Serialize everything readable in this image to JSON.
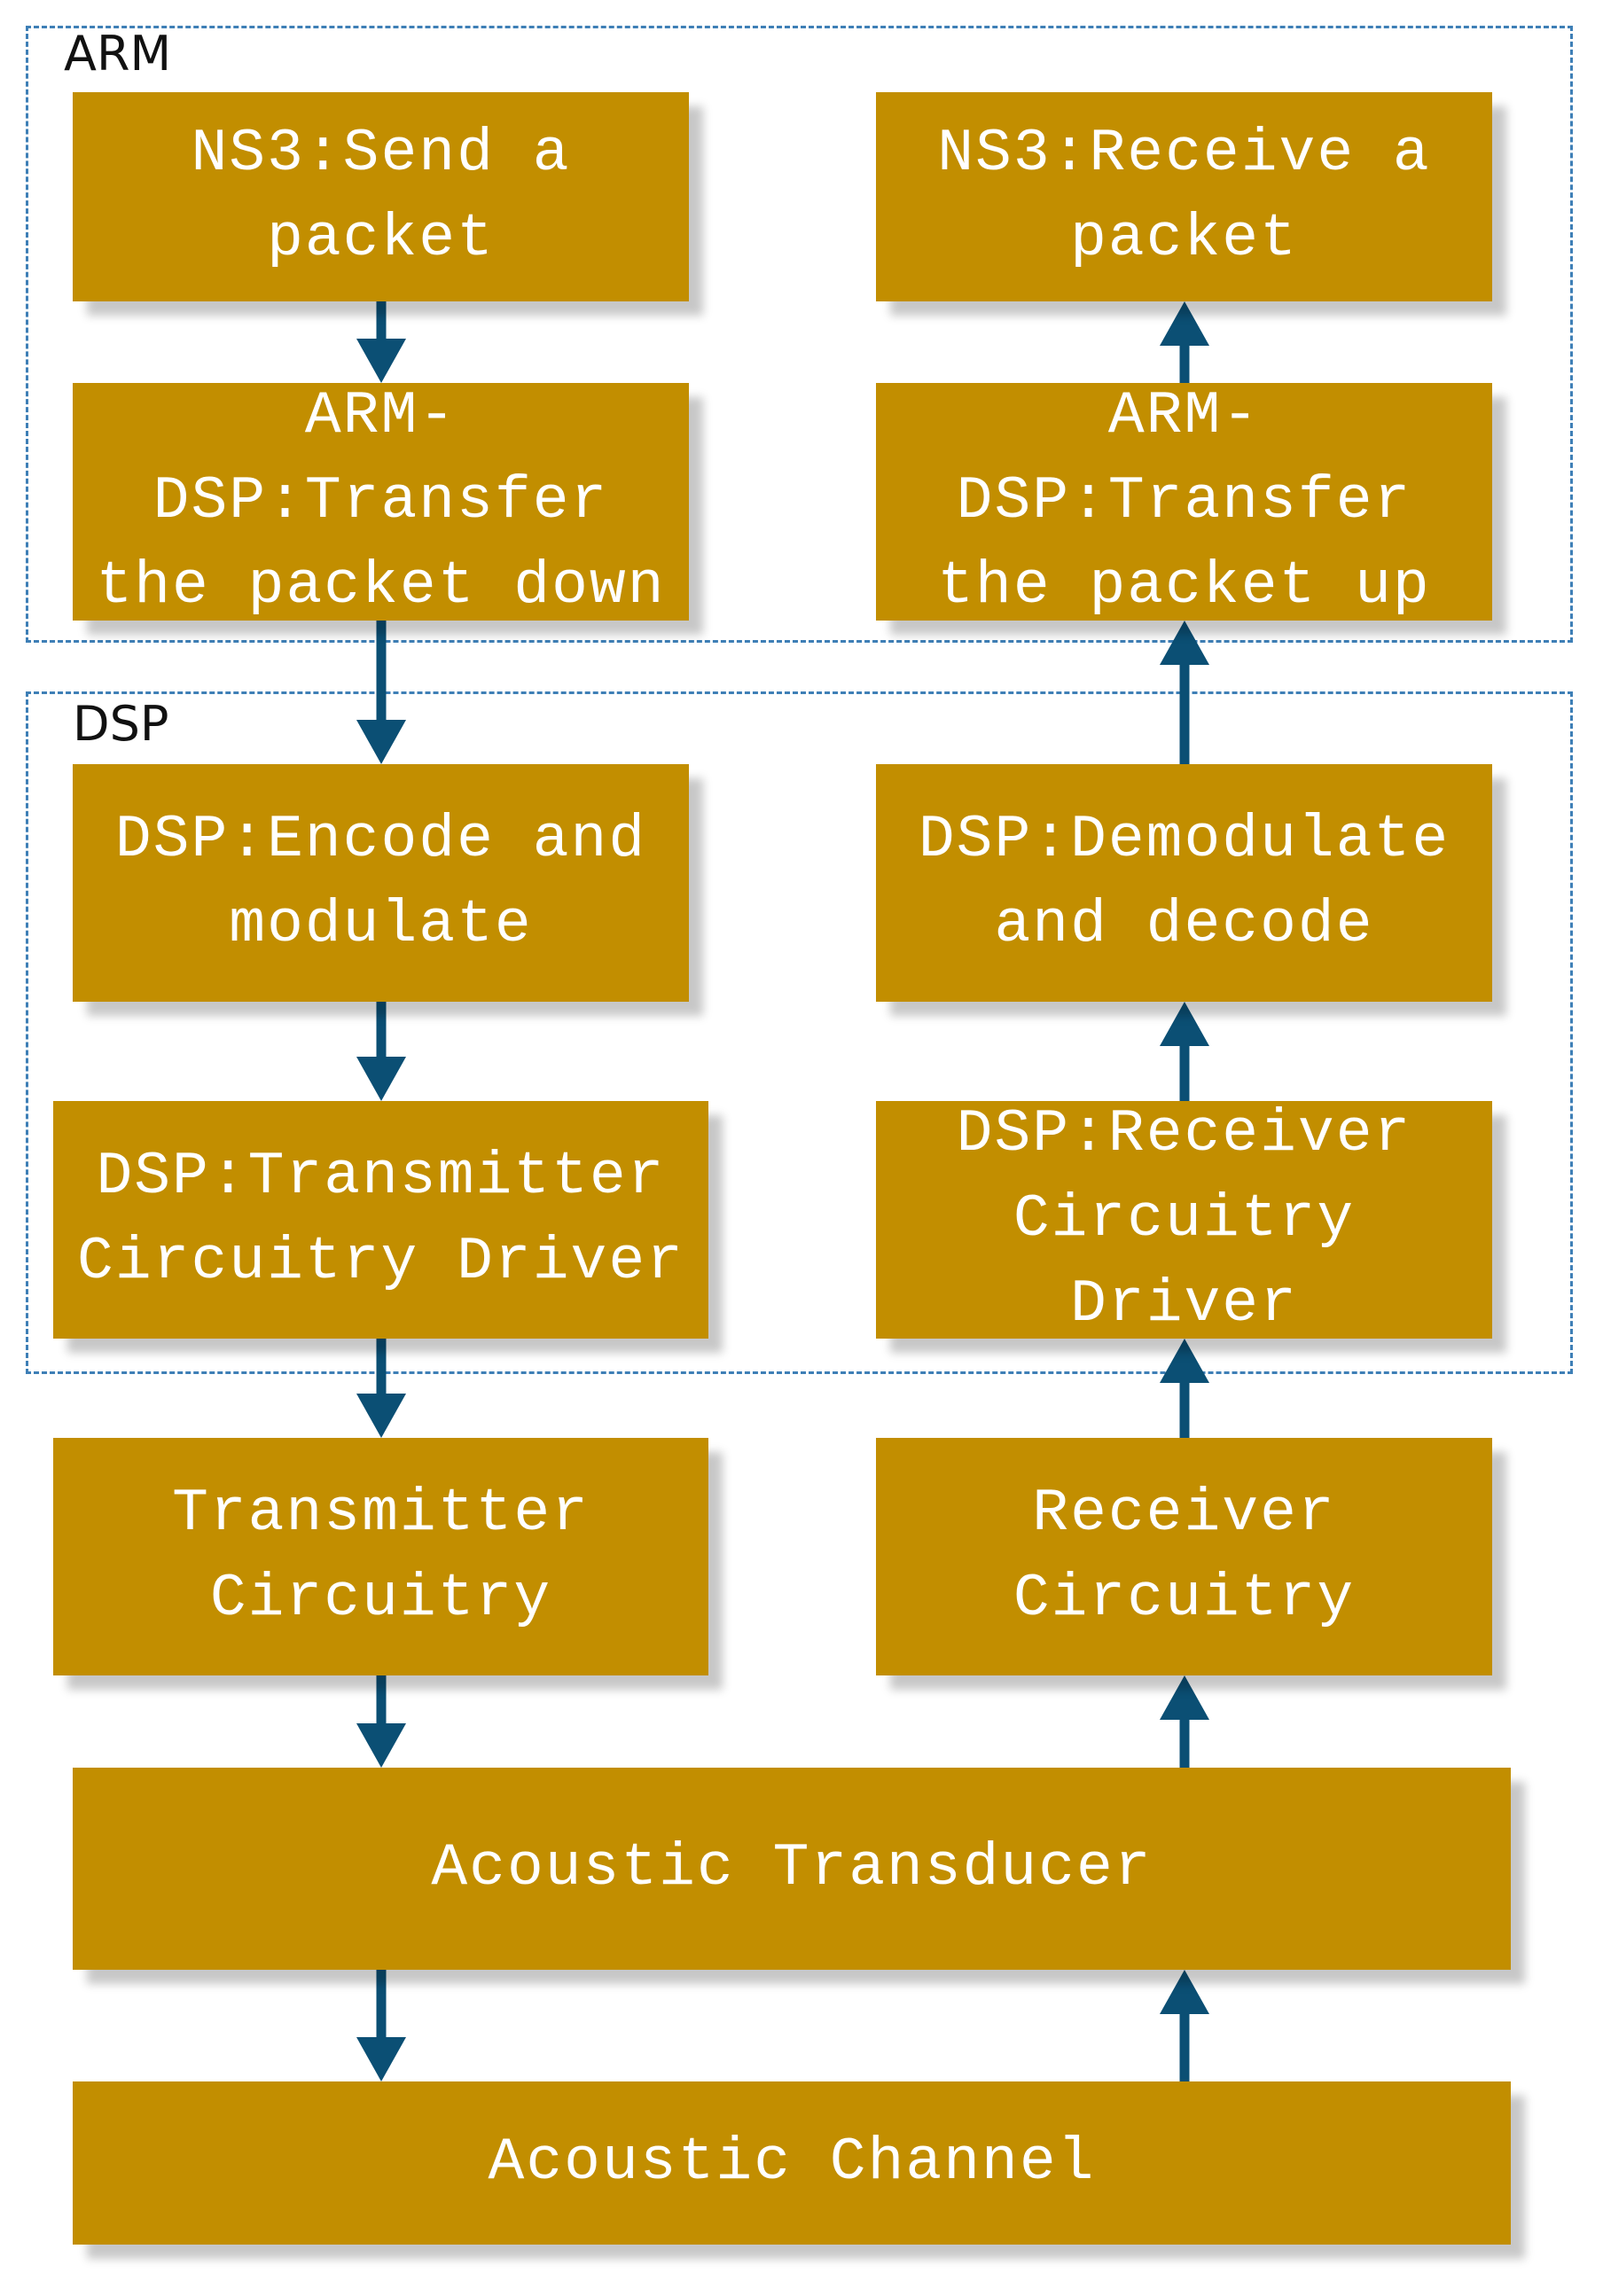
{
  "regions": {
    "arm": {
      "label": "ARM"
    },
    "dsp": {
      "label": "DSP"
    }
  },
  "boxes": {
    "send": "NS3:Send a\npacket",
    "receive": "NS3:Receive a\npacket",
    "transfer_down": "ARM-DSP:Transfer\nthe packet down",
    "transfer_up": "ARM-DSP:Transfer\nthe packet up",
    "encode": "DSP:Encode and\nmodulate",
    "demodulate": "DSP:Demodulate\nand decode",
    "tx_driver": "DSP:Transmitter\nCircuitry Driver",
    "rx_driver": "DSP:Receiver\nCircuitry Driver",
    "tx_circuitry": "Transmitter\nCircuitry",
    "rx_circuitry": "Receiver\nCircuitry",
    "transducer": "Acoustic Transducer",
    "channel": "Acoustic Channel"
  },
  "colors": {
    "box_fill": "#c28e00",
    "box_text": "#ffffff",
    "arrow": "#0b4f74",
    "region_border": "#3e7fb6"
  },
  "flows": {
    "left": {
      "direction": "down"
    },
    "right": {
      "direction": "up"
    }
  }
}
